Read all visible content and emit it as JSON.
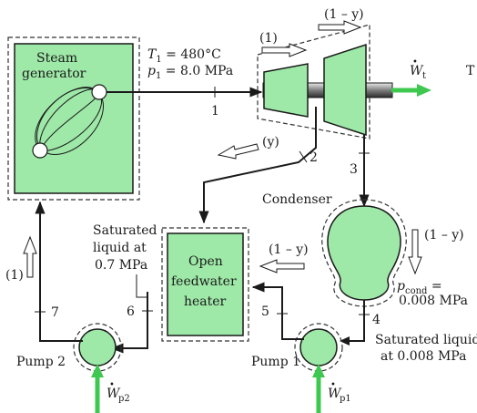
{
  "state_labels": {
    "s1": "1",
    "s2": "2",
    "s3": "3",
    "s4": "4",
    "s5": "5",
    "s6": "6",
    "s7": "7"
  },
  "conditions": {
    "t1": "T",
    "t1_sub": "1",
    "t1_val": " = 480°C",
    "p1": "p",
    "p1_sub": "1",
    "p1_val": " = 8.0 MPa"
  },
  "components": {
    "steam_gen_line1": "Steam",
    "steam_gen_line2": "generator",
    "condenser": "Condenser",
    "feedwater_line1": "Open",
    "feedwater_line2": "feedwater",
    "feedwater_line3": "heater",
    "pump1": "Pump 1",
    "pump2": "Pump 2"
  },
  "work": {
    "turbine_w": "W",
    "turbine_sub": "t",
    "pump1_w": "W",
    "pump1_sub": "p1",
    "pump2_w": "W",
    "pump2_sub": "p2",
    "stray_mark": "T"
  },
  "fractions": {
    "turbine_inlet": "(1)",
    "turbine_exit": "(1 – y)",
    "extraction": "(y)",
    "condenser_flow": "(1 – y)",
    "heater_in": "(1 – y)",
    "loop": "(1)"
  },
  "annotations": {
    "sat_heater_l1": "Saturated",
    "sat_heater_l2": "liquid at",
    "sat_heater_l3": "0.7 MPa",
    "pcond": "p",
    "pcond_sub": "cond",
    "pcond_eq": " =",
    "pcond_val": "0.008 MPa",
    "sat_cond_l1": "Saturated liquid",
    "sat_cond_l2": "at 0.008 MPa"
  },
  "colors": {
    "equipment": "#9ee8a8",
    "work_arrow": "#3ec84f"
  }
}
